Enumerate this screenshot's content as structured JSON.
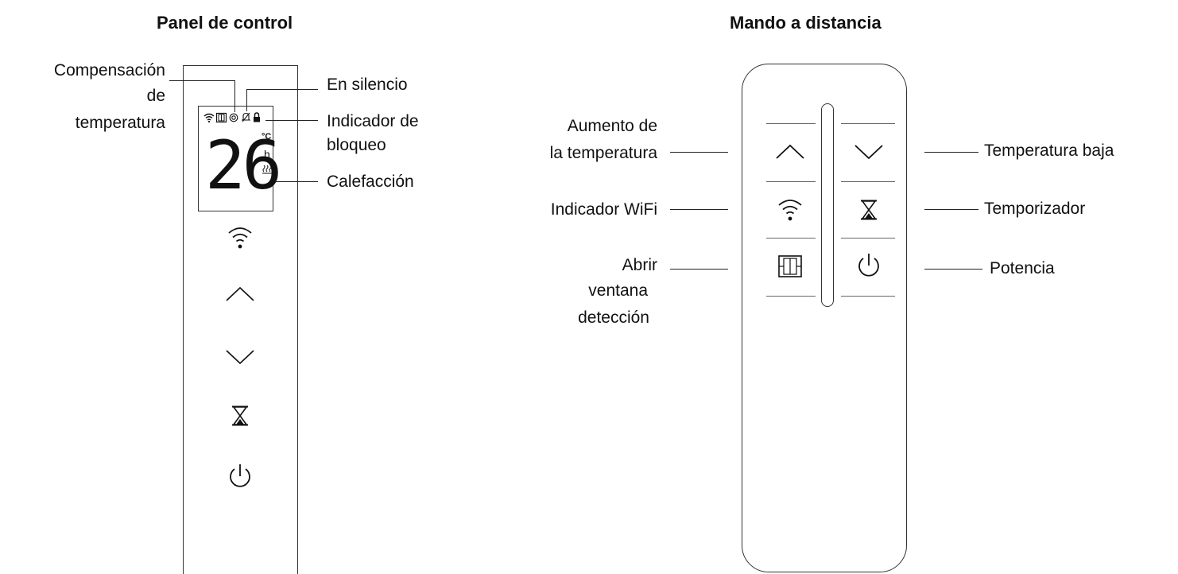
{
  "control_panel": {
    "title": "Panel de control",
    "lcd": {
      "digits": "26",
      "unit_celsius": "°C",
      "unit_hours": "h"
    },
    "icon_labels": {
      "temp_compensation_line1": "Compensación",
      "temp_compensation_line2": "de",
      "temp_compensation_line3": "temperatura",
      "silent": "En silencio",
      "lock_line1": "Indicador de",
      "lock_line2": "bloqueo",
      "heating": "Calefacción"
    },
    "buttons": [
      "wifi-icon",
      "chevron-up-icon",
      "chevron-down-icon",
      "hourglass-icon",
      "power-icon"
    ]
  },
  "remote": {
    "title": "Mando a distancia",
    "labels": {
      "temp_up_line1": "Aumento de",
      "temp_up_line2": "la temperatura",
      "wifi": "Indicador WiFi",
      "window_line1": "Abrir",
      "window_line2": "ventana",
      "window_line3": "detección",
      "temp_down": "Temperatura baja",
      "timer": "Temporizador",
      "power": "Potencia"
    },
    "buttons": [
      "chevron-up-icon",
      "chevron-down-icon",
      "wifi-icon",
      "hourglass-icon",
      "window-icon",
      "power-icon"
    ]
  }
}
